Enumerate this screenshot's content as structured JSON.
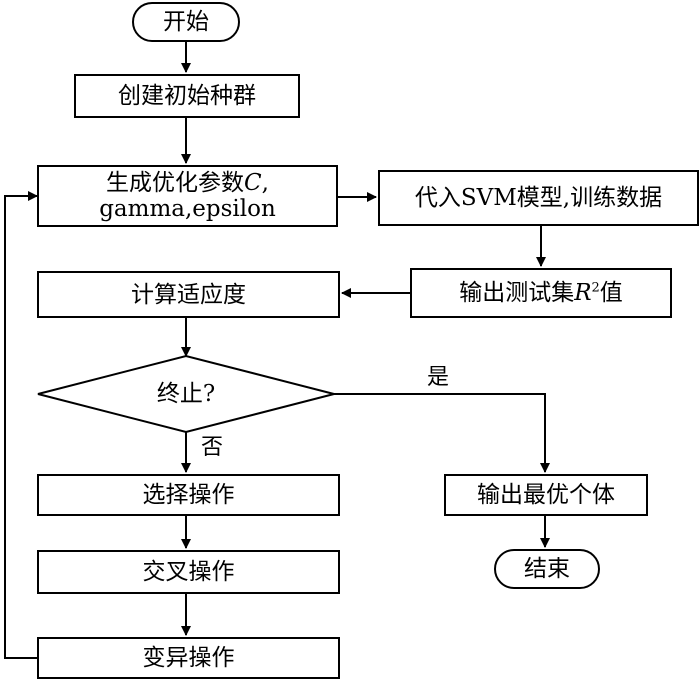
{
  "flowchart": {
    "start": "开始",
    "create_population": "创建初始种群",
    "generate_params_line1": "生成优化参数",
    "generate_params_var": "C",
    "generate_params_comma": ",",
    "generate_params_line2": "gamma,epsilon",
    "svm_train": "代入SVM模型,训练数据",
    "output_r2_prefix": "输出测试集",
    "output_r2_var": "R",
    "output_r2_sup": "2",
    "output_r2_suffix": "值",
    "compute_fitness": "计算适应度",
    "terminate_question": "终止?",
    "yes_label": "是",
    "no_label": "否",
    "output_best": "输出最优个体",
    "end": "结束",
    "selection": "选择操作",
    "crossover": "交叉操作",
    "mutation": "变异操作"
  },
  "colors": {
    "line": "#000000",
    "background": "#ffffff"
  }
}
